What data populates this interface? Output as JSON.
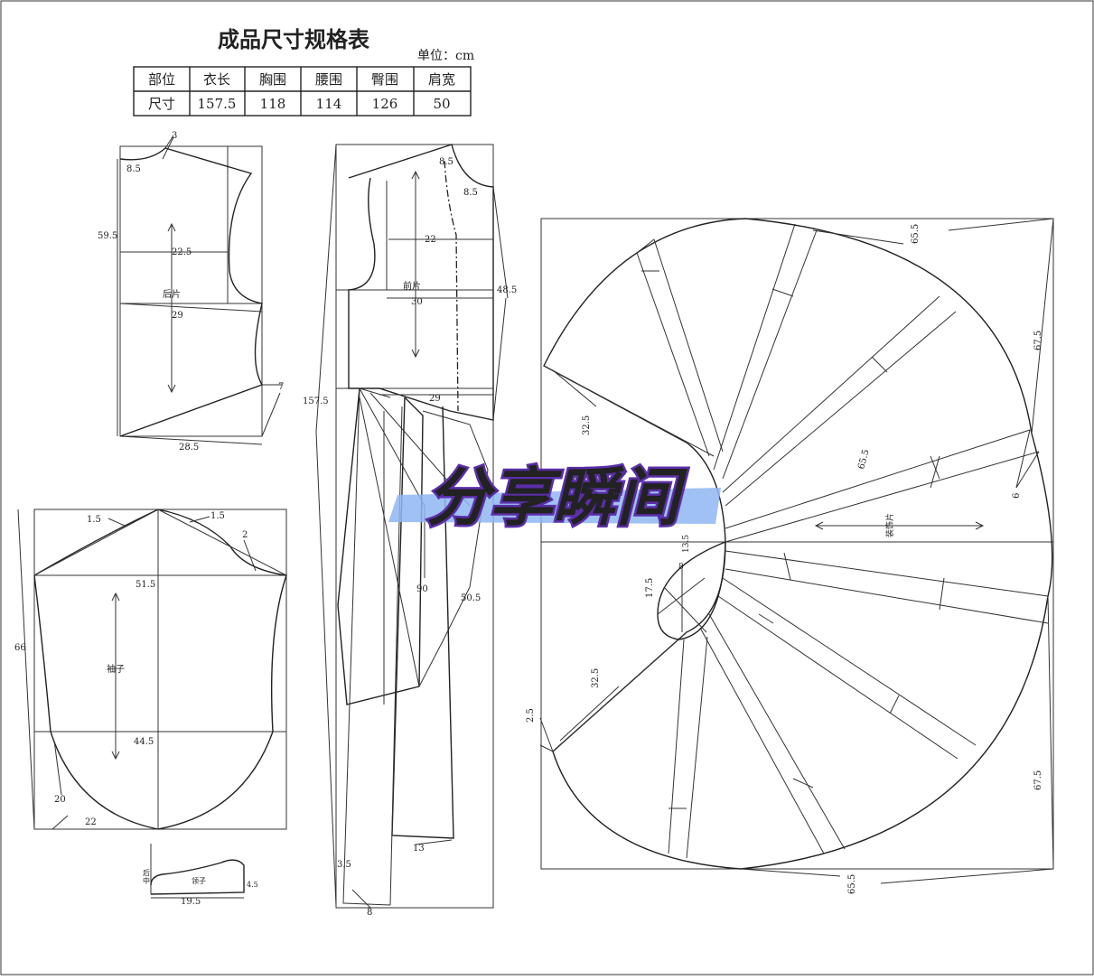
{
  "header": {
    "title": "成品尺寸规格表",
    "unit": "单位：cm"
  },
  "spec_table": {
    "headers": [
      "部位",
      "衣长",
      "胸围",
      "腰围",
      "臀围",
      "肩宽"
    ],
    "row": [
      "尺寸",
      "157.5",
      "118",
      "114",
      "126",
      "50"
    ]
  },
  "back_piece": {
    "name": "后片",
    "dims": [
      "3",
      "8.5",
      "59.5",
      "22.5",
      "29",
      "7",
      "28.5"
    ]
  },
  "front_piece": {
    "name": "前片",
    "dims": [
      "8.5",
      "8.5",
      "22",
      "48.5",
      "30",
      "157.5",
      "29",
      "90",
      "50.5",
      "13",
      "3.5",
      "8"
    ]
  },
  "sleeve": {
    "name": "袖子",
    "dims": [
      "1.5",
      "1.5",
      "2",
      "51.5",
      "66",
      "44.5",
      "20",
      "22"
    ]
  },
  "collar": {
    "name": "领子",
    "labels": [
      "后",
      "中"
    ],
    "dims": [
      "19.5",
      "4.5"
    ]
  },
  "decor_piece": {
    "name": "装饰片",
    "dims": [
      "65.5",
      "67.5",
      "32.5",
      "65.5",
      "6",
      "13.5",
      "17.5",
      "8",
      "32.5",
      "2.5",
      "67.5",
      "65.5"
    ]
  },
  "watermark": "分享瞬间"
}
